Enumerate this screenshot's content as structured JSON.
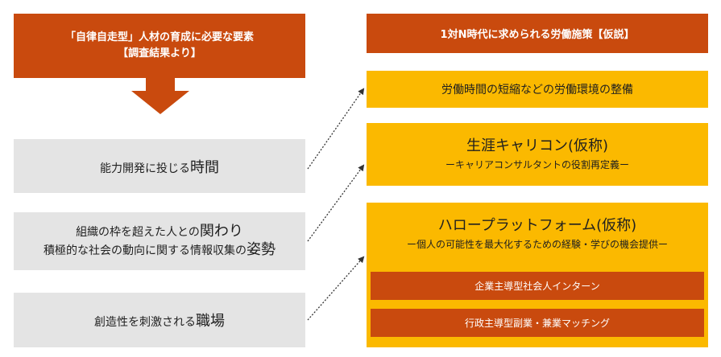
{
  "left": {
    "header": {
      "line1": "「自律自走型」人材の育成に必要な要素",
      "line2": "【調査結果より】"
    },
    "items": [
      {
        "prefix": "能力開発に投じる",
        "emph": "時間",
        "suffix": ""
      },
      {
        "line1_prefix": "組織の枠を超えた人との",
        "line1_emph": "関わり",
        "line2_prefix": "積極的な社会の動向に関する情報収集の",
        "line2_emph": "姿勢"
      },
      {
        "prefix": "創造性を刺激される",
        "emph": "職場",
        "suffix": ""
      }
    ]
  },
  "right": {
    "header": "1対N時代に求められる労働施策【仮説】",
    "items": [
      {
        "title": "労働時間の短縮などの労働環境の整備"
      },
      {
        "title": "生涯キャリコン(仮称)",
        "subtitle": "ーキャリアコンサルタントの役割再定義ー"
      },
      {
        "title": "ハロープラットフォーム(仮称)",
        "subtitle": "ー個人の可能性を最大化するための経験・学びの機会提供ー",
        "subitems": [
          "企業主導型社会人インターン",
          "行政主導型副業・兼業マッチング"
        ]
      }
    ]
  },
  "colors": {
    "orange": "#C94A0E",
    "yellow": "#FBB900",
    "gray": "#E4E4E4"
  }
}
